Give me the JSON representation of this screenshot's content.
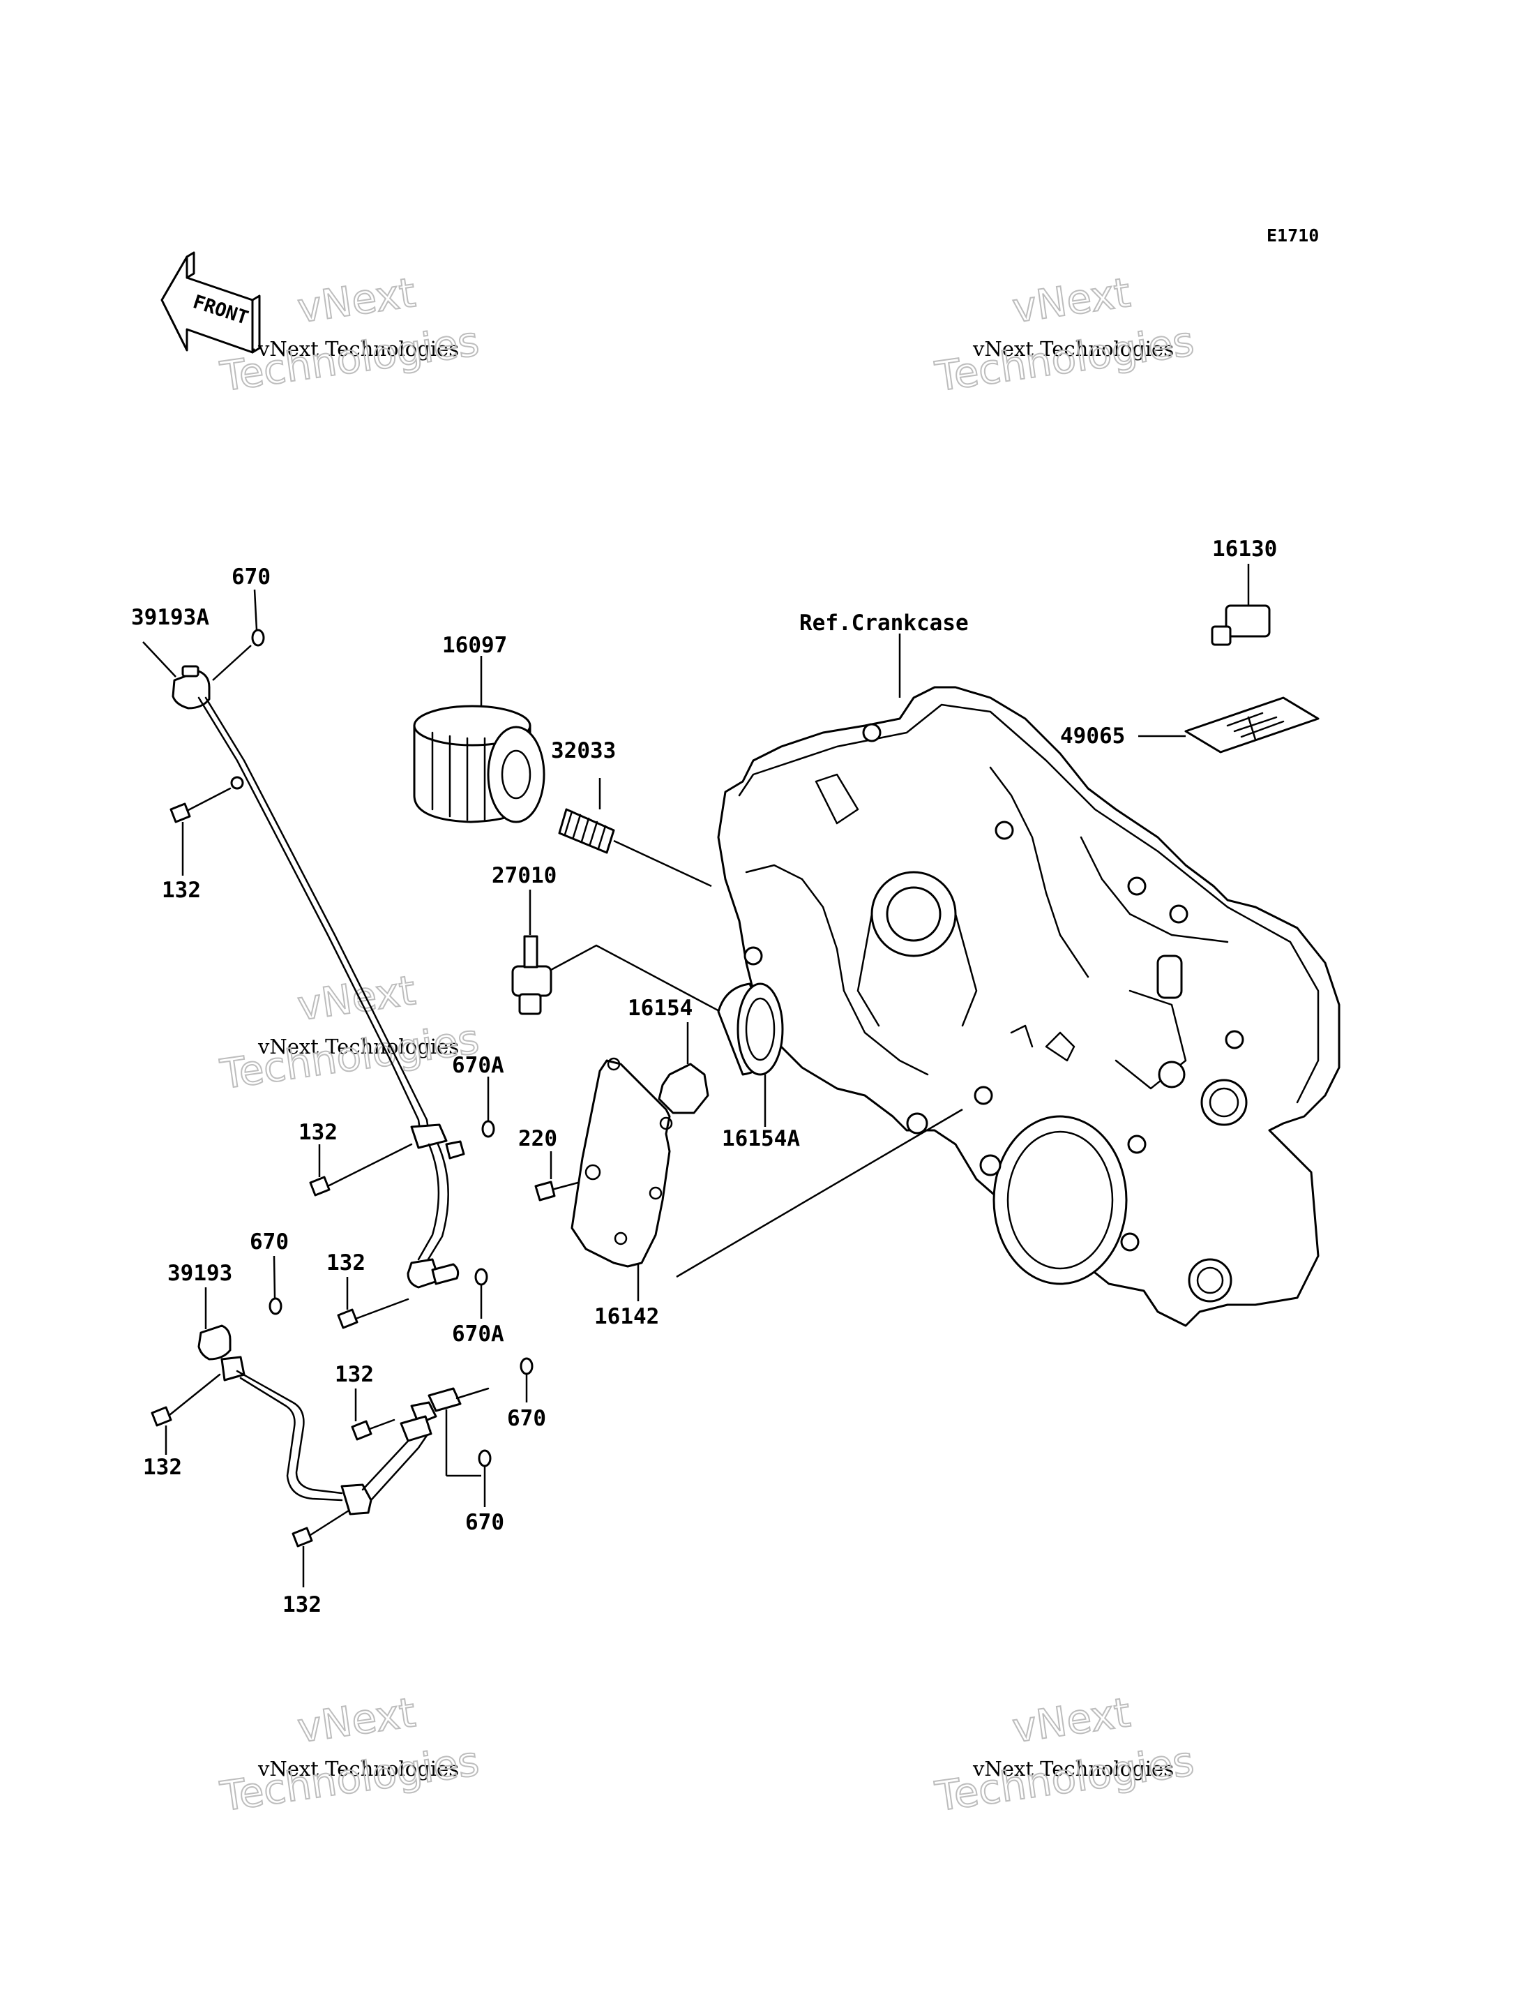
{
  "diagram_code": "E1710",
  "front_label": "FRONT",
  "reference_label": "Ref.Crankcase",
  "watermark": {
    "line1": "vNext Technologies",
    "line2": "vNext",
    "line3": "Technologies"
  },
  "callouts": {
    "p16130": "16130",
    "p49065": "49065",
    "p16097": "16097",
    "p32033": "32033",
    "p27010": "27010",
    "p16154": "16154",
    "p16154a": "16154A",
    "p220": "220",
    "p16142": "16142",
    "p670_top": "670",
    "p39193a": "39193A",
    "p132_top": "132",
    "p670a_upper": "670A",
    "p132_mid1": "132",
    "p670a_lower": "670A",
    "p132_mid2": "132",
    "p670_left": "670",
    "p39193": "39193",
    "p132_mid3": "132",
    "p670_right": "670",
    "p132_left": "132",
    "p670_bottom": "670",
    "p132_bottom": "132"
  }
}
